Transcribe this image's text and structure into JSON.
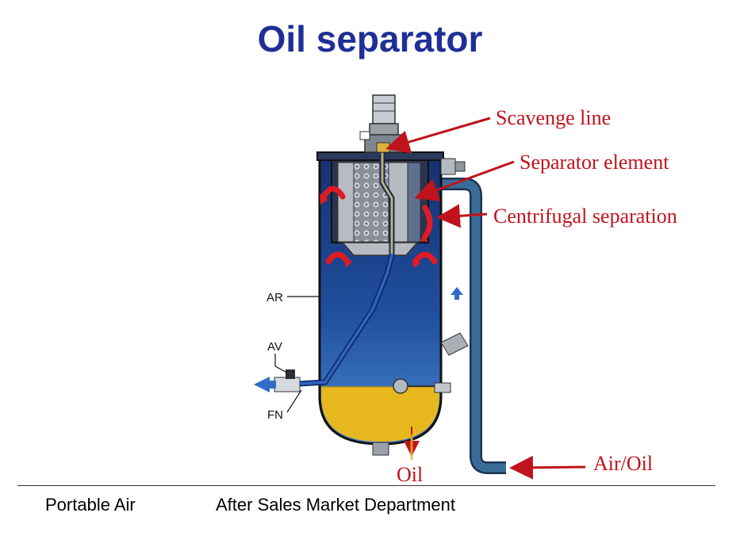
{
  "slide": {
    "title": "Oil separator",
    "footer_left": "Portable Air",
    "footer_center": "After Sales Market Department"
  },
  "diagram": {
    "callouts": {
      "scavenge": "Scavenge line",
      "element": "Separator element",
      "centrifugal": "Centrifugal separation",
      "air_oil": "Air/Oil",
      "oil": "Oil"
    },
    "markers": {
      "ar": "AR",
      "av": "AV",
      "fn": "FN"
    }
  },
  "colors": {
    "title": "#1f2f96",
    "callout": "#c0131c",
    "tank_top": "#1c3a8a",
    "tank_bottom": "#3a78c8",
    "oil": "#e8b820",
    "pipe": "#2f5a84"
  }
}
